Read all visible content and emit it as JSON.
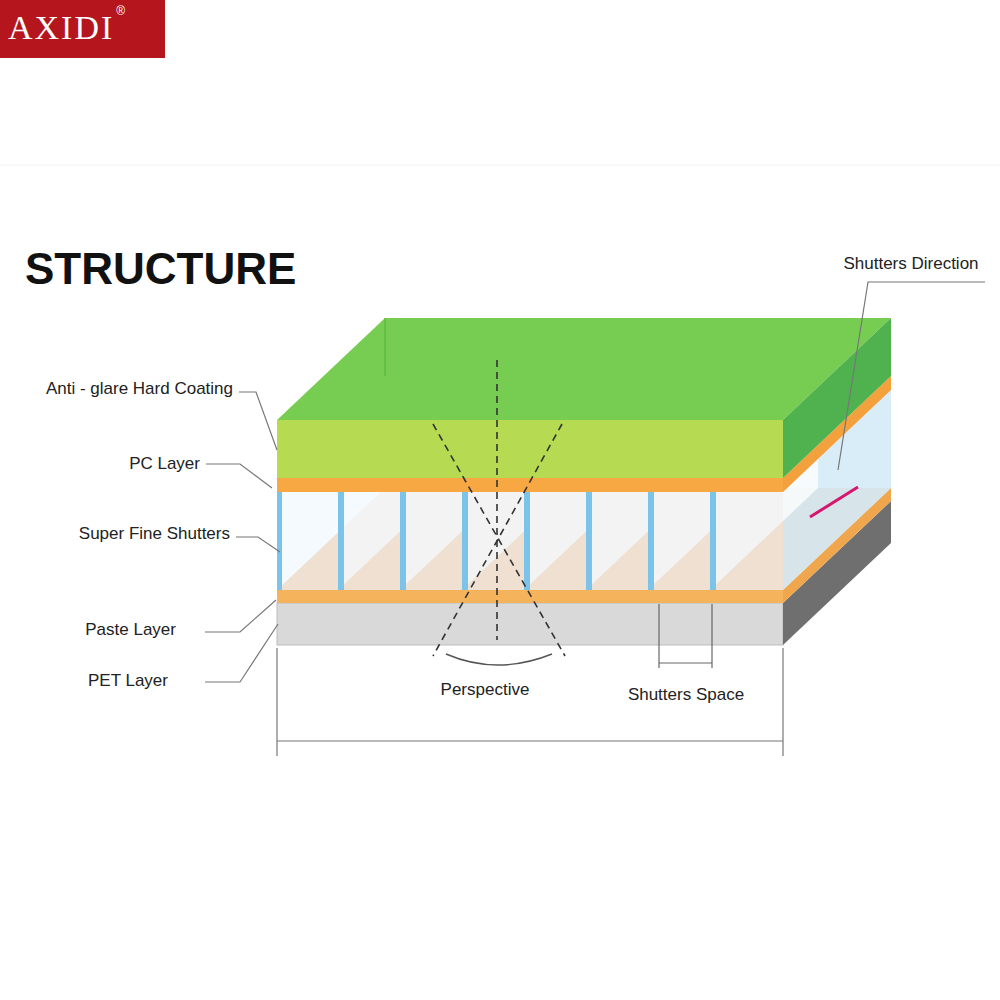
{
  "diagram": {
    "title": "STRUCTURE",
    "nodes": [
      {
        "text": [
          "AXIDI",
          "®"
        ]
      }
    ],
    "labels": [
      "Shutters Direction",
      "Anti - glare Hard Coating",
      "PC Layer",
      "Super Fine Shutters",
      "Paste Layer",
      "PET Layer",
      "Perspective",
      "Shutters Space"
    ]
  }
}
